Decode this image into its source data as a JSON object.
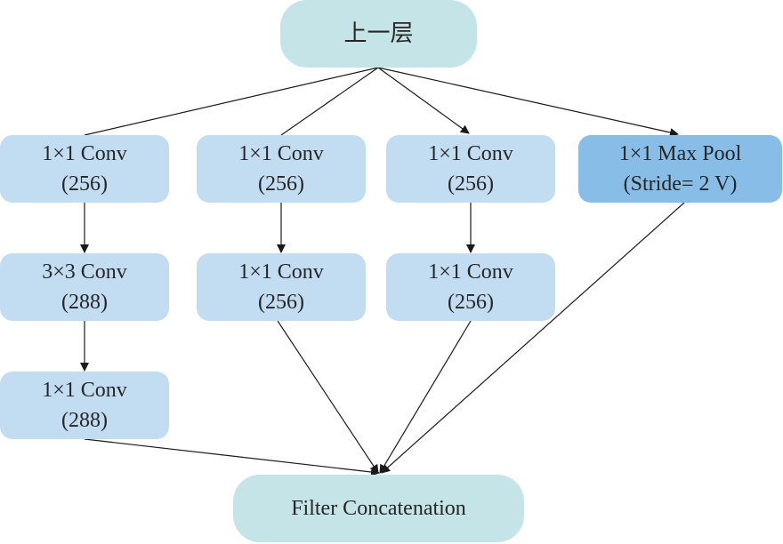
{
  "diagram": {
    "top": {
      "label": "上一层"
    },
    "bottom": {
      "label": "Filter Concatenation"
    },
    "branch1": {
      "conv1": {
        "line1": "1×1 Conv",
        "line2": "(256)"
      },
      "conv2": {
        "line1": "3×3 Conv",
        "line2": "(288)"
      },
      "conv3": {
        "line1": "1×1 Conv",
        "line2": "(288)"
      }
    },
    "branch2": {
      "conv1": {
        "line1": "1×1 Conv",
        "line2": "(256)"
      },
      "conv2": {
        "line1": "1×1 Conv",
        "line2": "(256)"
      }
    },
    "branch3": {
      "conv1": {
        "line1": "1×1 Conv",
        "line2": "(256)"
      },
      "conv2": {
        "line1": "1×1 Conv",
        "line2": "(256)"
      }
    },
    "branch4": {
      "pool": {
        "line1": "1×1 Max Pool",
        "line2": "(Stride= 2 V)"
      }
    }
  },
  "colors": {
    "terminal_fill": "#c5e4e8",
    "conv_fill": "#c2dcf2",
    "pool_fill": "#88bde8",
    "edge": "#1a1a1a"
  }
}
